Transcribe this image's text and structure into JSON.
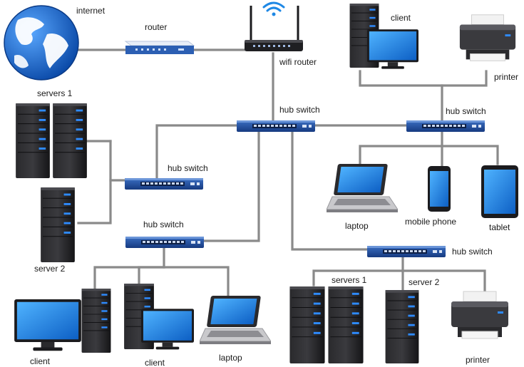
{
  "labels": {
    "internet": "internet",
    "servers_top_left": "servers 1",
    "router": "router",
    "wifi_router": "wifi router",
    "client_top": "client",
    "printer_top": "printer",
    "hub_switch_center": "hub switch",
    "hub_switch_right": "hub switch",
    "hub_switch_left": "hub switch",
    "hub_switch_lower_left": "hub switch",
    "hub_switch_lower_right": "hub switch",
    "server_2_left": "server 2",
    "laptop_right": "laptop",
    "mobile_phone": "mobile phone",
    "tablet": "tablet",
    "client_bottom_1": "client",
    "client_bottom_2": "client",
    "laptop_bottom": "laptop",
    "servers_bottom": "servers 1",
    "server_2_bottom": "server 2",
    "printer_bottom": "printer"
  },
  "colors": {
    "wire": "#8a8a8a",
    "switch_body": "#1f4e9c",
    "server_body": "#1d1d1f",
    "server_led": "#2e8bff",
    "screen": "#1e88e5",
    "globe_ocean": "#1565c0"
  }
}
